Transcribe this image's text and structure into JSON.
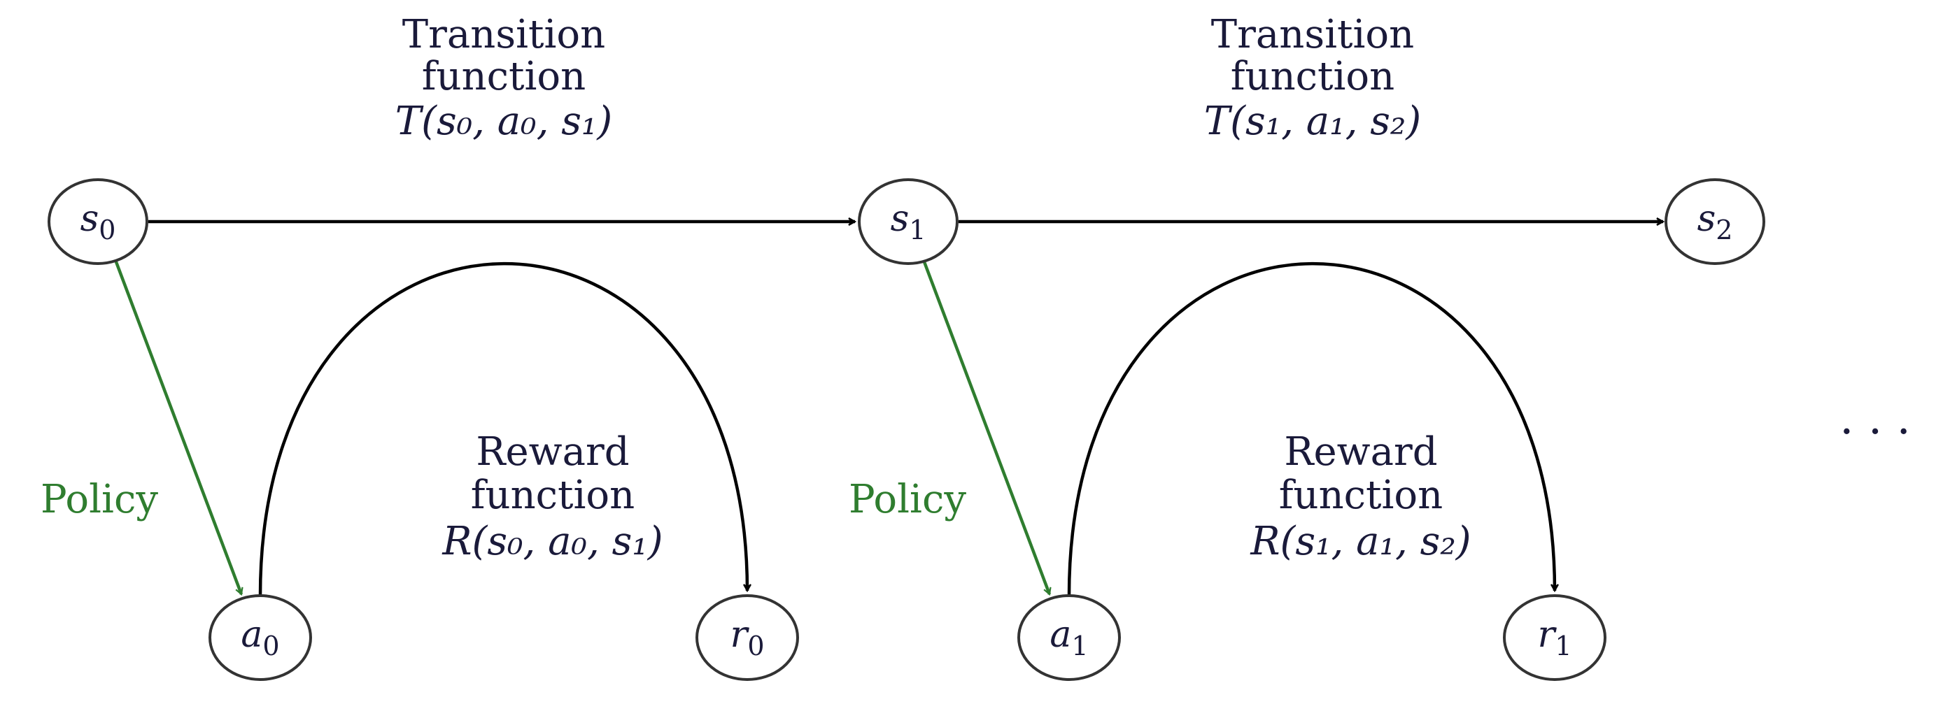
{
  "colors": {
    "stroke": "#000000",
    "node_stroke": "#333333",
    "text": "#1a1a3a",
    "policy": "#2f7d2f"
  },
  "nodes": {
    "s0": "s",
    "s0_sub": "0",
    "s1": "s",
    "s1_sub": "1",
    "s2": "s",
    "s2_sub": "2",
    "a0": "a",
    "a0_sub": "0",
    "a1": "a",
    "a1_sub": "1",
    "r0": "r",
    "r0_sub": "0",
    "r1": "r",
    "r1_sub": "1"
  },
  "transition_0": {
    "line1": "Transition",
    "line2": "function",
    "formula": "T(s₀, a₀, s₁)"
  },
  "transition_1": {
    "line1": "Transition",
    "line2": "function",
    "formula": "T(s₁, a₁, s₂)"
  },
  "reward_0": {
    "line1": "Reward",
    "line2": "function",
    "formula": "R(s₀, a₀, s₁)"
  },
  "reward_1": {
    "line1": "Reward",
    "line2": "function",
    "formula": "R(s₁, a₁, s₂)"
  },
  "policy_0": "Policy",
  "policy_1": "Policy",
  "ellipsis": ". . ."
}
